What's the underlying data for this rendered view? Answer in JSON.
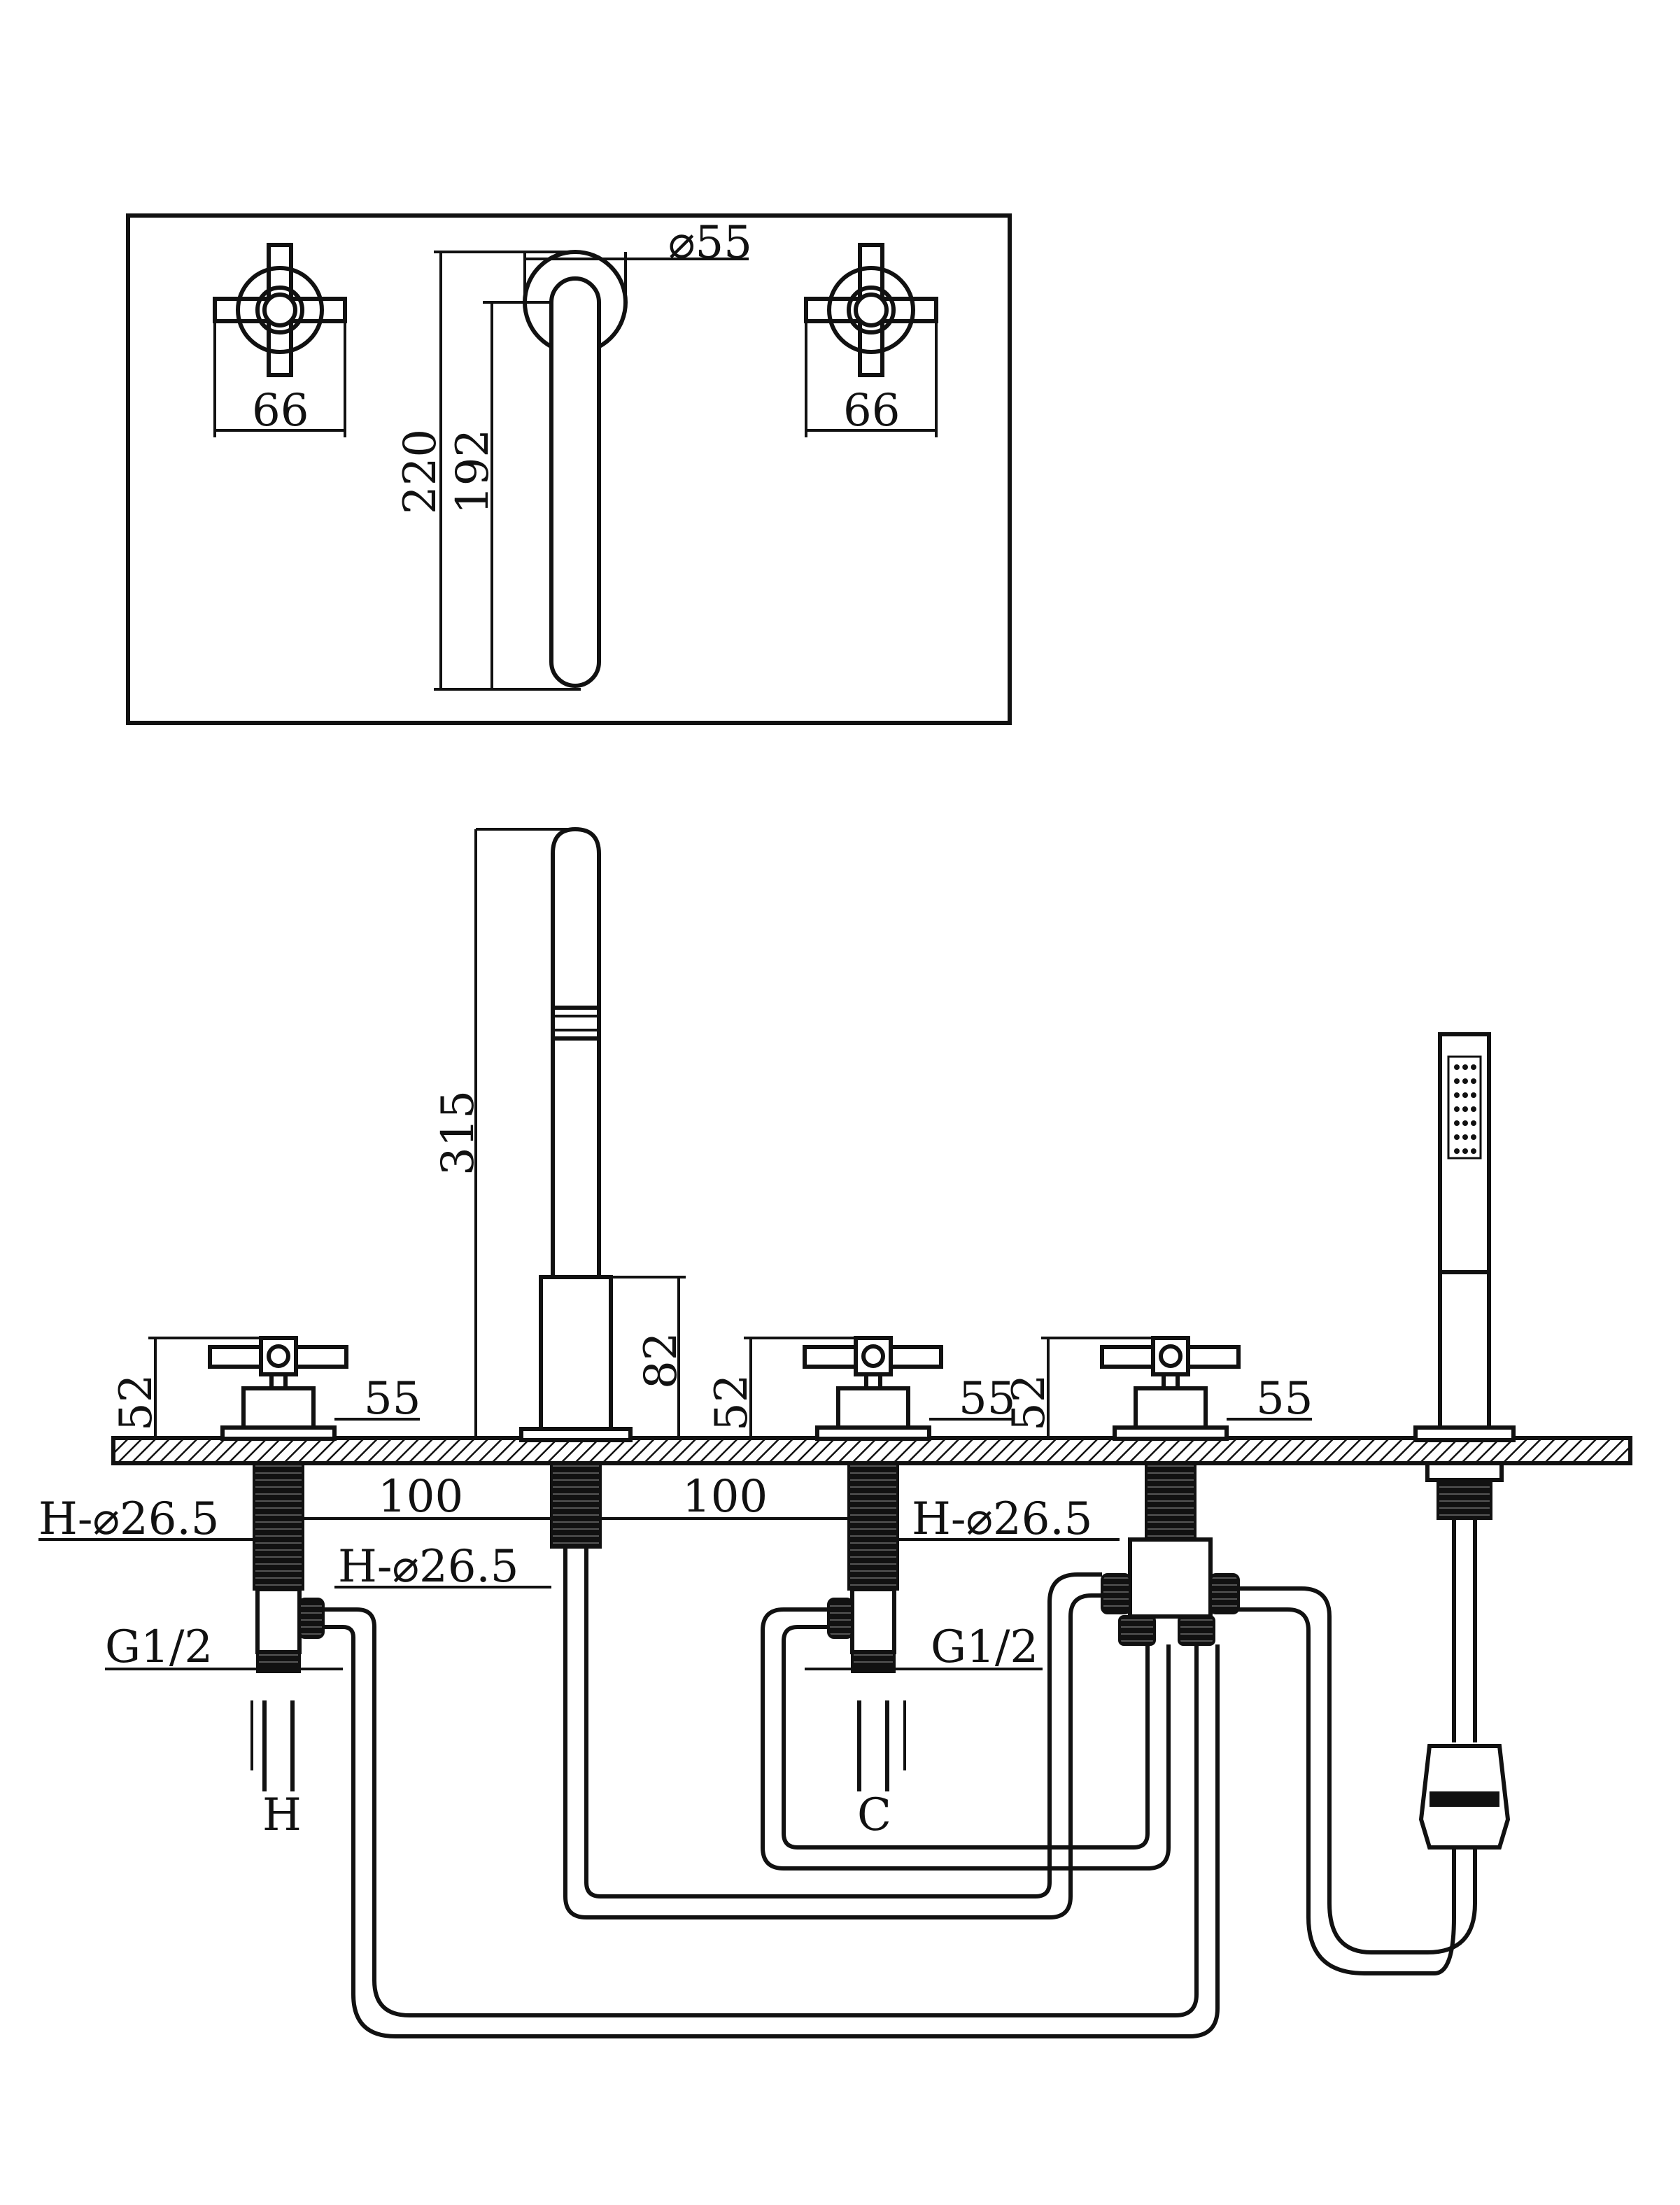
{
  "top_view": {
    "handle_left_width": "66",
    "handle_right_width": "66",
    "spout_diameter": "⌀55",
    "spout_height_outer": "220",
    "spout_height_inner": "192"
  },
  "front_view": {
    "spout_height": "315",
    "spout_body_height": "82",
    "valve1_height": "52",
    "valve1_width": "55",
    "valve2_height": "52",
    "valve2_width": "55",
    "valve3_height": "52",
    "valve3_width": "55",
    "spacing_left": "100",
    "spacing_right": "100",
    "hole_left": "H-⌀26.5",
    "hole_center": "H-⌀26.5",
    "hole_right": "H-⌀26.5",
    "thread_left": "G1/2",
    "thread_right": "G1/2",
    "inlet_hot": "H",
    "inlet_cold": "C"
  }
}
